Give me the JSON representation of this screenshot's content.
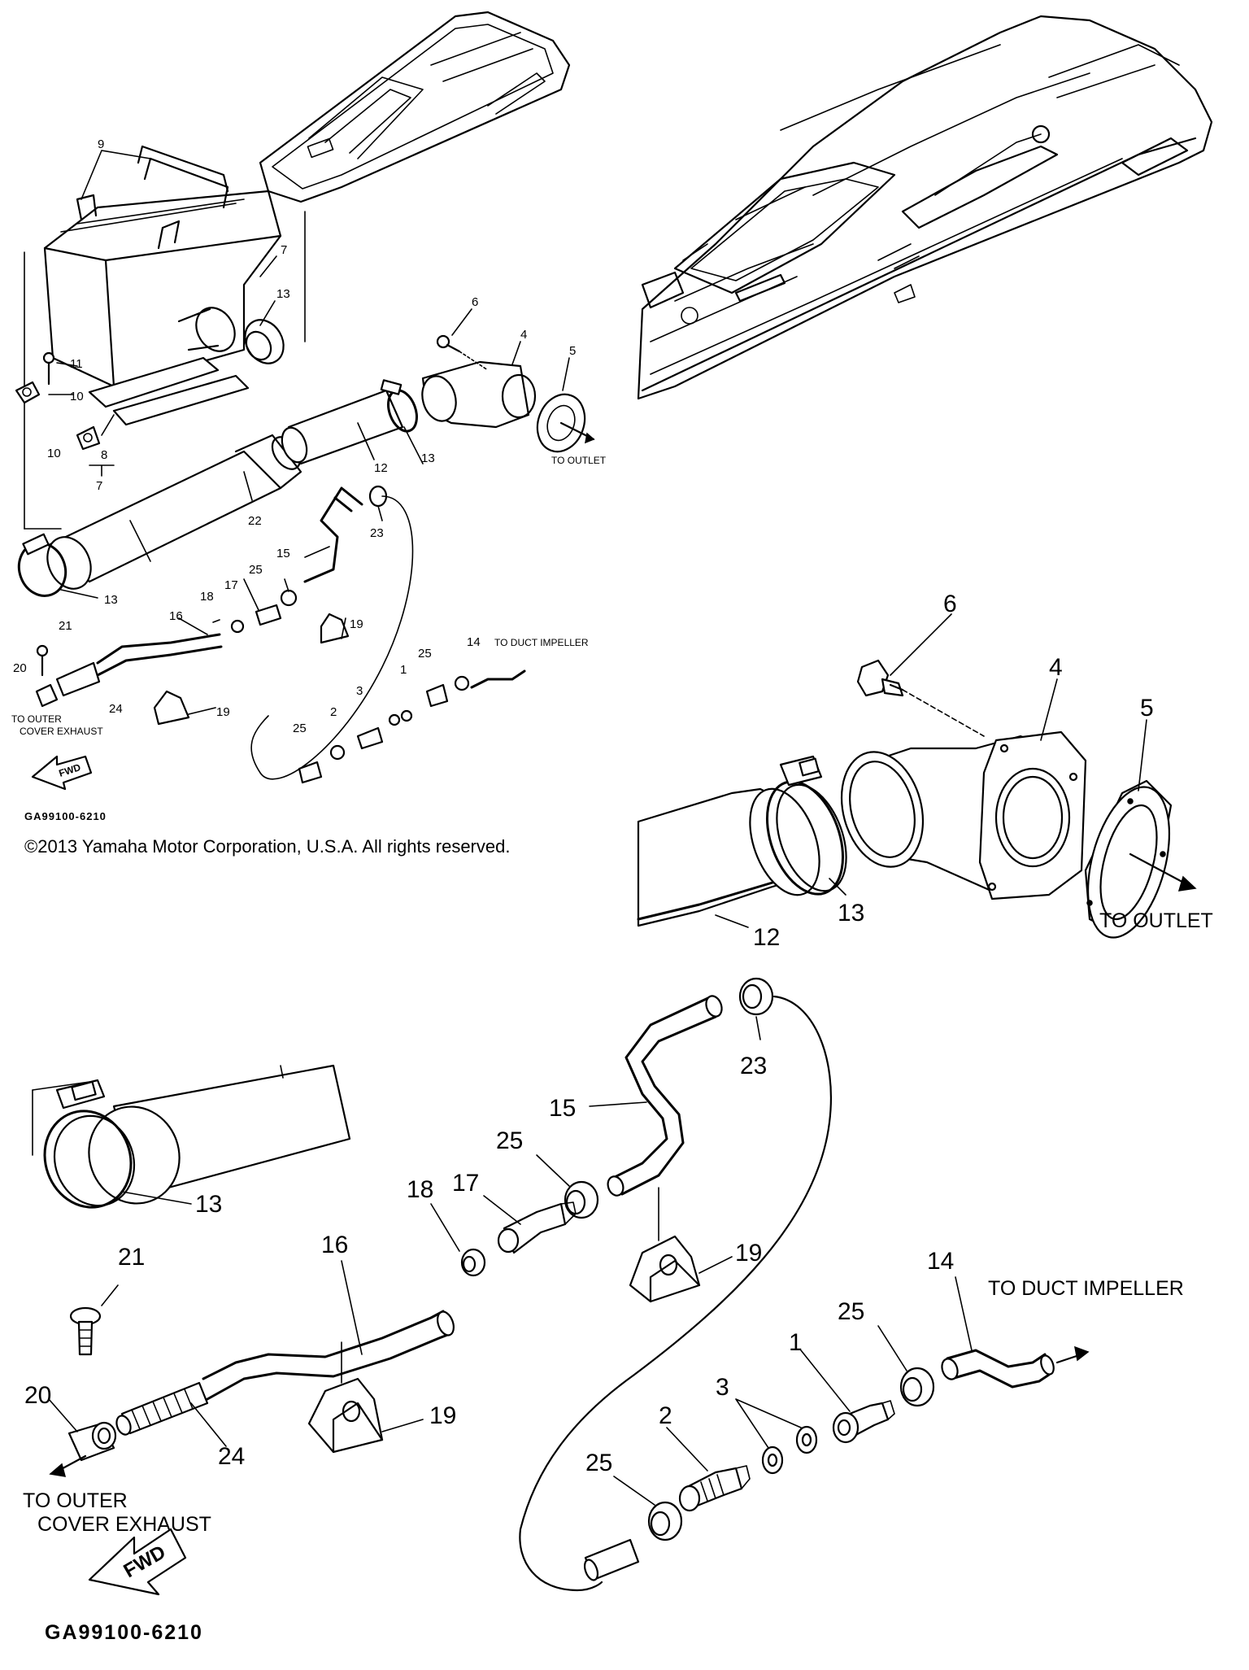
{
  "diagram": {
    "copyright": "©2013 Yamaha Motor Corporation, U.S.A. All rights reserved.",
    "figure_code": "GA99100-6210",
    "fwd_label": "FWD",
    "notes": {
      "to_outlet": "TO OUTLET",
      "to_duct_impeller": "TO DUCT IMPELLER",
      "to_outer": "TO OUTER",
      "cover_exhaust": "COVER EXHAUST"
    },
    "callouts": {
      "p1": "1",
      "p2": "2",
      "p3": "3",
      "p4": "4",
      "p5": "5",
      "p6": "6",
      "p7": "7",
      "p8": "8",
      "p9": "9",
      "p10": "10",
      "p11": "11",
      "p12": "12",
      "p13": "13",
      "p14": "14",
      "p15": "15",
      "p16": "16",
      "p17": "17",
      "p18": "18",
      "p19": "19",
      "p20": "20",
      "p21": "21",
      "p22": "22",
      "p23": "23",
      "p24": "24",
      "p25": "25"
    }
  }
}
